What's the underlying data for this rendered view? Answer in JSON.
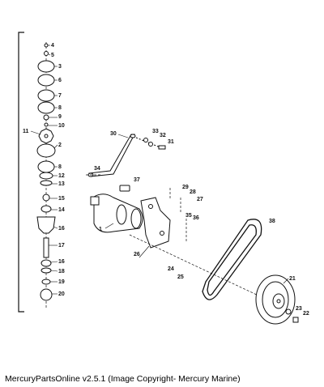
{
  "footer": {
    "caption": "MercuryPartsOnline v2.5.1 (Image Copyright- Mercury Marine)"
  },
  "callouts": {
    "l1": "1",
    "l2": "2",
    "l3": "3",
    "l4": "4",
    "l5": "5",
    "l6": "6",
    "l7": "7",
    "l8": "8",
    "l9": "9",
    "l10": "10",
    "l11": "11",
    "l12": "12",
    "l13": "13",
    "l14": "14",
    "l15": "15",
    "l16a": "16",
    "l16b": "16",
    "l17": "17",
    "l18": "18",
    "l19": "19",
    "l20": "20",
    "l21": "21",
    "l22": "22",
    "l23": "23",
    "l24": "24",
    "l25": "25",
    "l26": "26",
    "l27": "27",
    "l28": "28",
    "l29": "29",
    "l30": "30",
    "l31": "31",
    "l32": "32",
    "l33": "33",
    "l34": "34",
    "l35": "35",
    "l36": "36",
    "l37": "37",
    "l38": "38"
  }
}
